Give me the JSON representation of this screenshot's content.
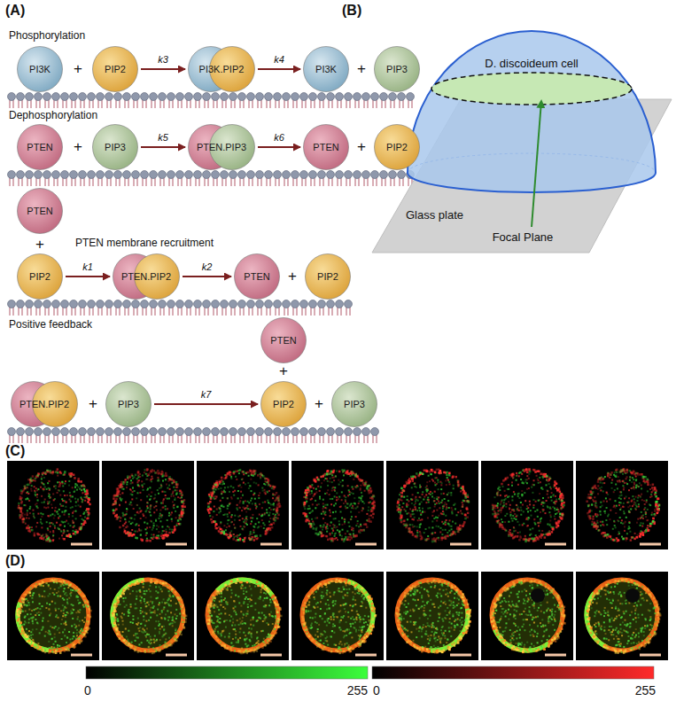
{
  "diagram": {
    "nodes": [
      {
        "text": [
          "PI3K"
        ]
      },
      {
        "text": [
          "PIP2"
        ]
      },
      {
        "text": [
          "PI3K.PIP2"
        ]
      },
      {
        "text": [
          "PI3K"
        ]
      },
      {
        "text": [
          "PIP3"
        ]
      },
      {
        "text": [
          "PTEN"
        ]
      },
      {
        "text": [
          "PIP3"
        ]
      },
      {
        "text": [
          "PTEN.PIP3"
        ]
      },
      {
        "text": [
          "PTEN"
        ]
      },
      {
        "text": [
          "PIP2"
        ]
      },
      {
        "text": [
          "PTEN"
        ]
      },
      {
        "text": [
          "PIP2"
        ]
      },
      {
        "text": [
          "PTEN.PIP2"
        ]
      },
      {
        "text": [
          "PTEN"
        ]
      },
      {
        "text": [
          "PIP2"
        ]
      },
      {
        "text": [
          "PTEN"
        ]
      },
      {
        "text": [
          "PTEN.PIP2"
        ]
      },
      {
        "text": [
          "PIP3"
        ]
      },
      {
        "text": [
          "PIP2"
        ]
      },
      {
        "text": [
          "PIP3"
        ]
      }
    ],
    "edges": [
      {
        "from": 1,
        "to": 2,
        "arrow": "to",
        "label": "k3"
      },
      {
        "from": 2,
        "to": 3,
        "arrow": "to",
        "label": "k4"
      },
      {
        "from": 6,
        "to": 7,
        "arrow": "to",
        "label": "k5"
      },
      {
        "from": 7,
        "to": 8,
        "arrow": "to",
        "label": "k6"
      },
      {
        "from": 11,
        "to": 12,
        "arrow": "to",
        "label": "k1"
      },
      {
        "from": 12,
        "to": 13,
        "arrow": "to",
        "label": "k2"
      },
      {
        "from": 17,
        "to": 18,
        "arrow": "to",
        "label": "k7"
      }
    ],
    "labels": [
      "(A)",
      "Phosphorylation",
      "+",
      "+",
      "Dephosphorylation",
      "+",
      "+",
      "PTEN membrane recruitment",
      "+",
      "+",
      "Positive feedback",
      "+",
      "+",
      "+",
      "(B)",
      "D. discoideum cell",
      "Glass plate",
      "Focal Plane",
      "(C)",
      "(D)",
      "0",
      "255",
      "0",
      "255"
    ]
  }
}
